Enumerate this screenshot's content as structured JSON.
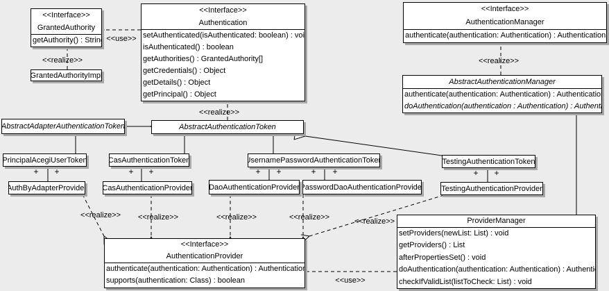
{
  "labels": {
    "use": "<<use>>",
    "realize": "<<realize>>",
    "plus": "+"
  },
  "colors": {
    "background": "#ececec",
    "box_fill": "#ffffff",
    "line": "#000000",
    "shadow": "#a8a8a8"
  },
  "classes": {
    "granted_authority": {
      "stereotype": "<<Interface>>",
      "name": "GrantedAuthority",
      "methods": [
        "getAuthority() : String"
      ]
    },
    "granted_authority_impl": {
      "name": "GrantedAuthorityImpl"
    },
    "authentication": {
      "stereotype": "<<Interface>>",
      "name": "Authentication",
      "methods": [
        "setAuthenticated(isAuthenticated: boolean) : void",
        "isAuthenticated() : boolean",
        "getAuthorities() : GrantedAuthority[]",
        "getCredentials() : Object",
        "getDetails() : Object",
        "getPrincipal() : Object"
      ]
    },
    "authentication_manager": {
      "stereotype": "<<Interface>>",
      "name": "AuthenticationManager",
      "methods": [
        "authenticate(authentication: Authentication) : Authentication"
      ]
    },
    "abstract_authentication_manager": {
      "name": "AbstractAuthenticationManager",
      "abstract": true,
      "methods": [
        "authenticate(authentication: Authentication) : Authentication",
        "doAuthentication(authentication : Authentication) : Authentication"
      ]
    },
    "abstract_adapter_authentication_token": {
      "name": "AbstractAdapterAuthenticationToken",
      "abstract": true
    },
    "abstract_authentication_token": {
      "name": "AbstractAuthenticationToken",
      "abstract": true
    },
    "principal_acegi_user_token": {
      "name": "PrincipalAcegiUserToken"
    },
    "cas_authentication_token": {
      "name": "CasAuthenticationToken"
    },
    "username_password_authentication_token": {
      "name": "UsernamePasswordAuthenticationToken"
    },
    "testing_authentication_token": {
      "name": "TestingAuthenticationToken"
    },
    "auth_by_adapter_provider": {
      "name": "AuthByAdapterProvider"
    },
    "cas_authentication_provider": {
      "name": "CasAuthenticationProvider"
    },
    "dao_authentication_provider": {
      "name": "DaoAuthenticationProvider"
    },
    "password_dao_authentication_provider": {
      "name": "PasswordDaoAuthenticationProvider"
    },
    "testing_authentication_provider": {
      "name": "TestingAuthenticationProvider"
    },
    "authentication_provider": {
      "stereotype": "<<Interface>>",
      "name": "AuthenticationProvider",
      "methods": [
        "authenticate(authentication: Authentication) : Authentication",
        "supports(authentication: Class) : boolean"
      ]
    },
    "provider_manager": {
      "name": "ProviderManager",
      "methods": [
        "setProviders(newList: List) : void",
        "getProviders() : List",
        "afterPropertiesSet() : void",
        "doAuthentication(authentication: Authentication) : Authentication",
        "checkIfValidList(listToCheck: List) : void"
      ]
    }
  },
  "relationships": [
    {
      "from": "Authentication",
      "to": "GrantedAuthority",
      "type": "use"
    },
    {
      "from": "GrantedAuthorityImpl",
      "to": "GrantedAuthority",
      "type": "realize"
    },
    {
      "from": "AbstractAuthenticationToken",
      "to": "Authentication",
      "type": "realize"
    },
    {
      "from": "AbstractAuthenticationManager",
      "to": "AuthenticationManager",
      "type": "realize"
    },
    {
      "from": "AbstractAdapterAuthenticationToken",
      "to": "AbstractAuthenticationToken",
      "type": "generalization"
    },
    {
      "from": "PrincipalAcegiUserToken",
      "to": "AbstractAdapterAuthenticationToken",
      "type": "generalization"
    },
    {
      "from": "CasAuthenticationToken",
      "to": "AbstractAuthenticationToken",
      "type": "generalization"
    },
    {
      "from": "UsernamePasswordAuthenticationToken",
      "to": "AbstractAuthenticationToken",
      "type": "generalization"
    },
    {
      "from": "TestingAuthenticationToken",
      "to": "AbstractAuthenticationToken",
      "type": "generalization"
    },
    {
      "from": "ProviderManager",
      "to": "AbstractAuthenticationManager",
      "type": "generalization"
    },
    {
      "from": "PrincipalAcegiUserToken",
      "to": "AuthByAdapterProvider",
      "type": "association",
      "end_labels": [
        "+",
        "+"
      ]
    },
    {
      "from": "CasAuthenticationToken",
      "to": "CasAuthenticationProvider",
      "type": "association",
      "end_labels": [
        "+",
        "+"
      ]
    },
    {
      "from": "UsernamePasswordAuthenticationToken",
      "to": "DaoAuthenticationProvider",
      "type": "association",
      "end_labels": [
        "+",
        "+"
      ]
    },
    {
      "from": "UsernamePasswordAuthenticationToken",
      "to": "PasswordDaoAuthenticationProvider",
      "type": "association",
      "end_labels": [
        "+",
        "+"
      ]
    },
    {
      "from": "TestingAuthenticationToken",
      "to": "TestingAuthenticationProvider",
      "type": "association",
      "end_labels": [
        "+",
        "+"
      ]
    },
    {
      "from": "AuthByAdapterProvider",
      "to": "AuthenticationProvider",
      "type": "realize"
    },
    {
      "from": "CasAuthenticationProvider",
      "to": "AuthenticationProvider",
      "type": "realize"
    },
    {
      "from": "DaoAuthenticationProvider",
      "to": "AuthenticationProvider",
      "type": "realize"
    },
    {
      "from": "PasswordDaoAuthenticationProvider",
      "to": "AuthenticationProvider",
      "type": "realize"
    },
    {
      "from": "TestingAuthenticationProvider",
      "to": "AuthenticationProvider",
      "type": "realize"
    },
    {
      "from": "ProviderManager",
      "to": "AuthenticationProvider",
      "type": "use"
    }
  ]
}
